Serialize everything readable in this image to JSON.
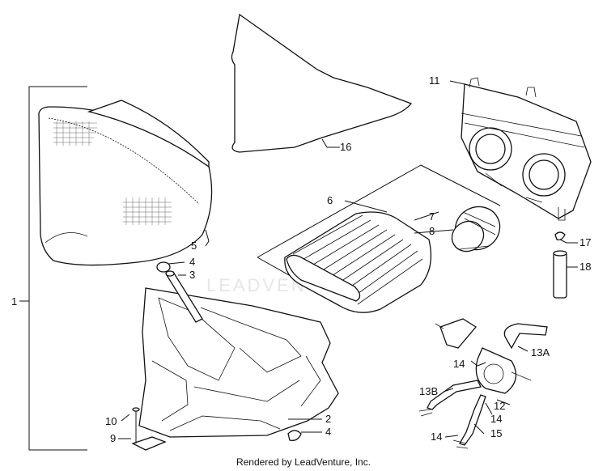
{
  "labels": {
    "l1": "1",
    "l2": "2",
    "l3": "3",
    "l4a": "4",
    "l4b": "4",
    "l5": "5",
    "l6": "6",
    "l7": "7",
    "l8": "8",
    "l9": "9",
    "l10": "10",
    "l11": "11",
    "l12": "12",
    "l13A": "13A",
    "l13B": "13B",
    "l14a": "14",
    "l14b": "14",
    "l14c": "14",
    "l15": "15",
    "l16": "16",
    "l17": "17",
    "l18": "18"
  },
  "watermark": "LEADVENTURE",
  "footer": "Rendered by LeadVenture, Inc."
}
